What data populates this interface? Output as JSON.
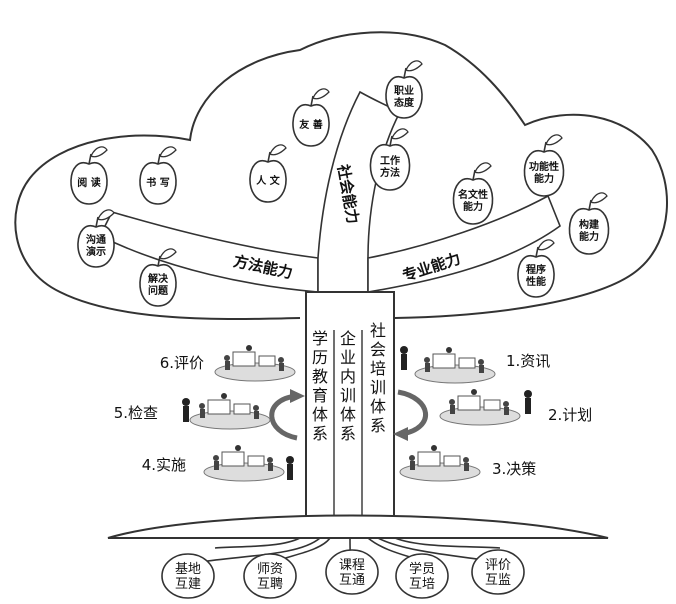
{
  "apples": [
    {
      "id": "read",
      "lines": [
        "阅 读"
      ]
    },
    {
      "id": "write",
      "lines": [
        "书 写"
      ]
    },
    {
      "id": "friendly",
      "lines": [
        "友 善"
      ]
    },
    {
      "id": "humanities",
      "lines": [
        "人 文"
      ]
    },
    {
      "id": "career",
      "lines": [
        "职业",
        "态度"
      ]
    },
    {
      "id": "workmethod",
      "lines": [
        "工作",
        "方法"
      ]
    },
    {
      "id": "communicate",
      "lines": [
        "沟通",
        "演示"
      ]
    },
    {
      "id": "solve",
      "lines": [
        "解决",
        "问题"
      ]
    },
    {
      "id": "document",
      "lines": [
        "名文性",
        "能力"
      ]
    },
    {
      "id": "functional",
      "lines": [
        "功能性",
        "能力"
      ]
    },
    {
      "id": "build",
      "lines": [
        "构建",
        "能力"
      ]
    },
    {
      "id": "program",
      "lines": [
        "程序",
        "性能"
      ]
    }
  ],
  "branches": {
    "method": "方法能力",
    "social": "社会能力",
    "professional": "专业能力"
  },
  "trunk": {
    "academic": [
      "学",
      "历",
      "教",
      "育",
      "体",
      "系"
    ],
    "enterprise": [
      "企",
      "业",
      "内",
      "训",
      "体",
      "系"
    ],
    "social_training": [
      "社",
      "会",
      "培",
      "训",
      "体",
      "系"
    ]
  },
  "steps": [
    {
      "id": "info",
      "label": "1.资讯"
    },
    {
      "id": "plan",
      "label": "2.计划"
    },
    {
      "id": "decide",
      "label": "3.决策"
    },
    {
      "id": "implement",
      "label": "4.实施"
    },
    {
      "id": "check",
      "label": "5.检查"
    },
    {
      "id": "evaluate",
      "label": "6.评价"
    }
  ],
  "roots": [
    {
      "id": "base",
      "lines": [
        "基地",
        "互建"
      ]
    },
    {
      "id": "teacher",
      "lines": [
        "师资",
        "互聘"
      ]
    },
    {
      "id": "course",
      "lines": [
        "课程",
        "互通"
      ]
    },
    {
      "id": "student",
      "lines": [
        "学员",
        "互培"
      ]
    },
    {
      "id": "eval",
      "lines": [
        "评价",
        "互监"
      ]
    }
  ]
}
